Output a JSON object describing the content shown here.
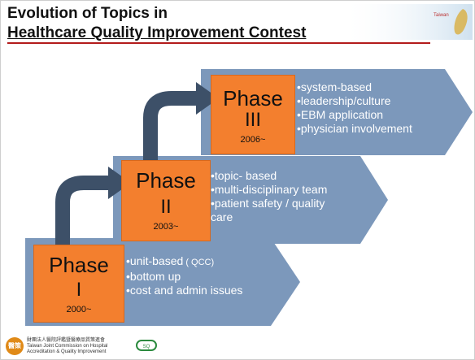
{
  "title": {
    "line1": "Evolution of Topics in",
    "line2": "Healthcare Quality Improvement Contest"
  },
  "map_label": "Taiwan",
  "phases": [
    {
      "word": "Phase",
      "num": "I",
      "year": "2000~",
      "bullets": [
        "•unit-based",
        "•bottom up",
        "•cost and admin issues"
      ],
      "bullet1_suffix": " ( QCC)"
    },
    {
      "word": "Phase",
      "num": "II",
      "year": "2003~",
      "bullets": [
        "•topic- based",
        "•multi-disciplinary team",
        "•patient safety / quality",
        "care"
      ]
    },
    {
      "word": "Phase",
      "num": "III",
      "year": "2006~",
      "bullets": [
        "•system-based",
        "•leadership/culture",
        "•EBM application",
        "•physician involvement"
      ]
    }
  ],
  "footer": {
    "logo_text": "醫策",
    "org_name": "財團法人醫院評鑑暨醫療品質策進會",
    "org_name_en": "Taiwan Joint Commission on Hospital Accreditation & Quality Improvement",
    "badge_text": "SQ"
  },
  "colors": {
    "band": "#7c98bb",
    "phase_box": "#f37f2e",
    "curve_arrow": "#3d5068",
    "title_rule": "#b31b1b"
  }
}
